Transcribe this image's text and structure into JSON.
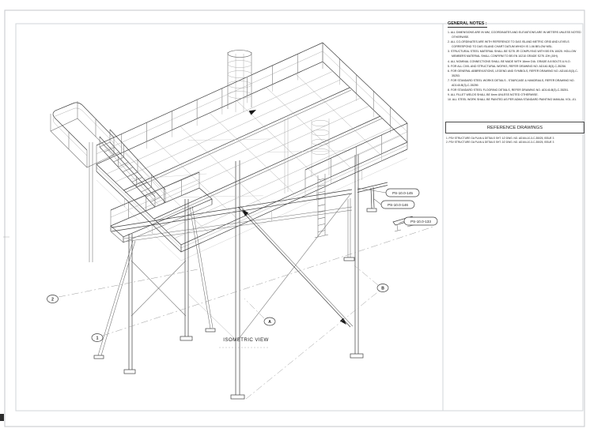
{
  "sheet": {
    "view_title": "ISOMETRIC VIEW",
    "tags": [
      "PS-10.0-145",
      "PS-10.0-146",
      "PS-10.0-133"
    ],
    "grid_bubbles": {
      "row_2": "2",
      "row_1": "1",
      "col_a": "A",
      "col_b": "B"
    }
  },
  "panel": {
    "general_notes_title": "GENERAL NOTES :",
    "notes": [
      "1. ALL DIMENSIONS ARE IN MM, COORDINATES AND ELEVATIONS ARE IN METERS UNLESS NOTED OTHERWISE.",
      "2. ALL CO-ORDINATES ARE WITH REFERENCE TO DAS ISLAND METRIC GRID AND LEVELS CORRESPOND TO DAS ISLAND CHART DATUM WHICH IS 1.06 BELOW MSL.",
      "3. STRUCTURAL STEEL MATERIAL SHALL BE S275 JR COMPLYING WITH BS EN 10025. HOLLOW MEMBERS MATERIAL SHALL CONFIRM TO BS EN 10210 GRADE S275 J2H (J0H).",
      "4. ALL NOMINAL CONNECTIONS SHALL BE MADE WITH 16mm DIA. GRADE 8.8 BOLTS U.N.O.",
      "5. FOR ALL CIVIL AND STRUCTURAL WORKS, REFER DRAWING NO. AD140-B(3)-C-35256.",
      "6. FOR GENERAL ABBREVIATIONS, LEGEND AND SYMBOLS, REFER DRAWING NO. AD140-B(3)-C-35253.",
      "7. FOR STANDARD STEEL WORKS DETAILS - STAIRCASE & HANDRAILS, REFER DRAWING NO. AD140-B(3)-C-35259.",
      "8. FOR STANDARD STEEL FLOORING DETAILS, REFER DRAWING NO. AD140-B(3)-C-35251.",
      "9. ALL FILLET WELDS SHALL BE 6mm UNLESS NOTED OTHERWISE.",
      "10. ALL STEEL WORK SHALL BE PAINTED AS PER ADMA STANDARD PAINTING MANUAL VOL.-01."
    ],
    "reference_title": "REFERENCE DRAWINGS",
    "references": [
      "1. PSV STRUCTURE GA PLAN & DETAILS SHT. 1/2  DWG. NO. AD164-10-3-C-35025, ISSUE 3",
      "2. PSV STRUCTURE GA PLAN & DETAILS SHT. 2/2  DWG. NO. AD164-10-3-C-35025, ISSUE 3"
    ]
  },
  "colors": {
    "line_dark": "#3f3f3f",
    "line_mid": "#6e6e6e",
    "line_light": "#a5a5a5",
    "frame": "#d2d5d9",
    "text": "#1c1c1c"
  }
}
